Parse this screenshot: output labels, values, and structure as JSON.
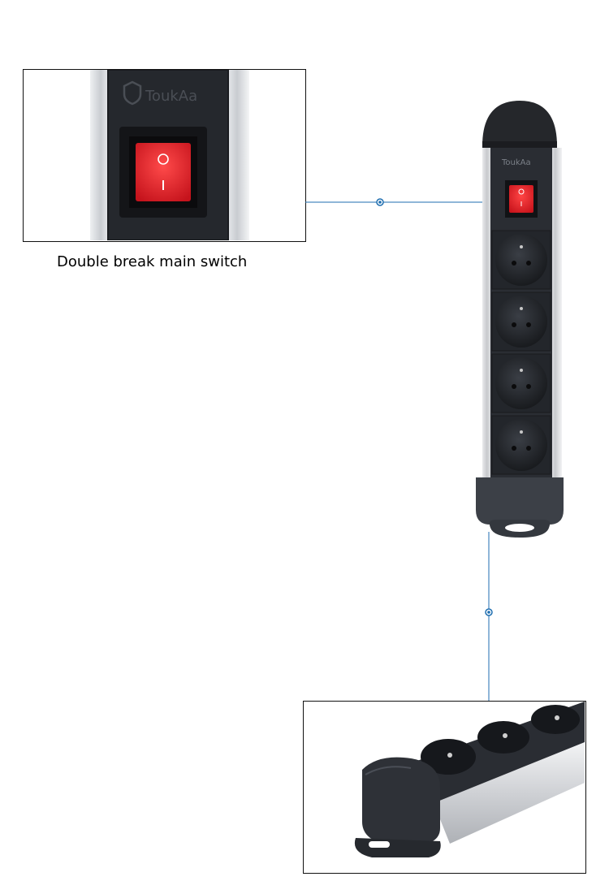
{
  "caption": {
    "switch_label": "Double break main switch"
  },
  "brand": {
    "name": "ToukAa"
  },
  "switch": {
    "off_symbol": "O",
    "on_symbol": "I",
    "color": "#e8262f"
  },
  "colors": {
    "connector_line": "#1f6eb0",
    "housing": "#2a2d33",
    "rail": "#d8d9dc",
    "end_cap": "#3b3f46"
  },
  "strip": {
    "socket_count": 4
  }
}
